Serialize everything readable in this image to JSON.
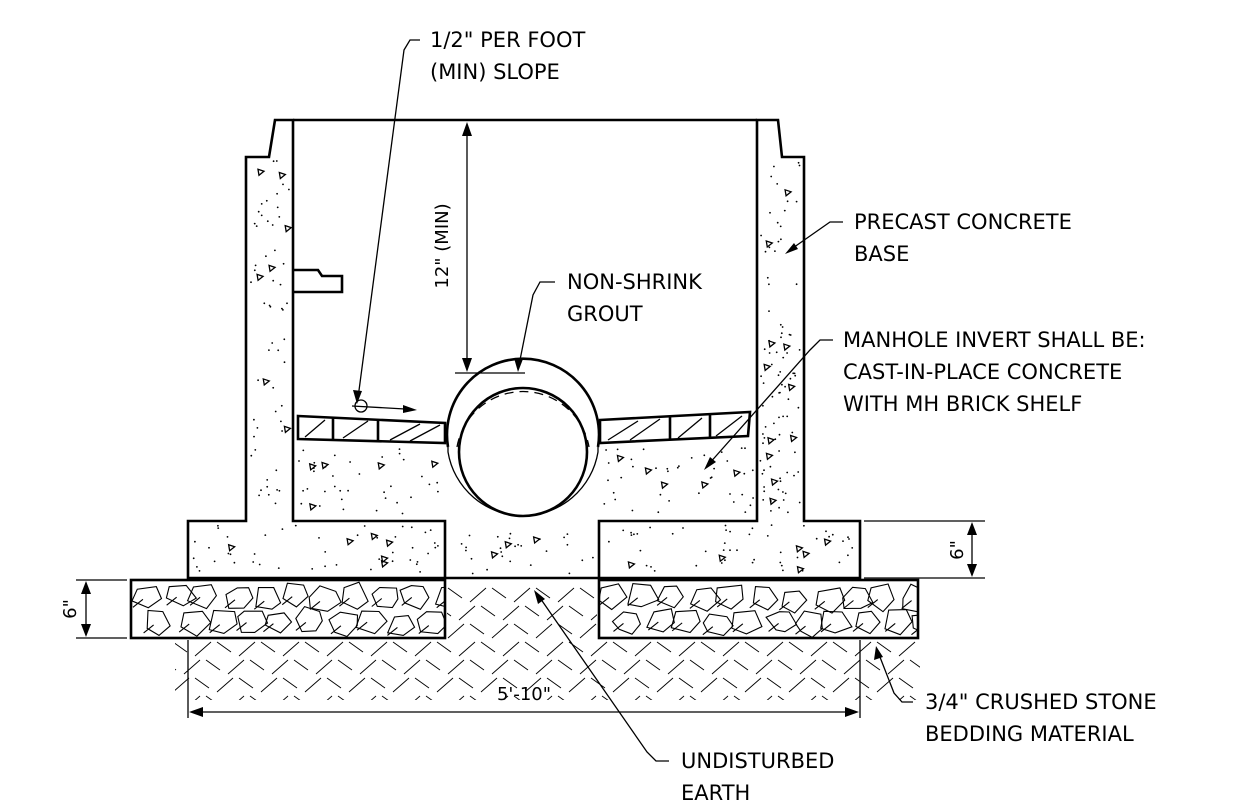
{
  "labels": {
    "slope_line1": "1/2\" PER FOOT",
    "slope_line2": "(MIN) SLOPE",
    "base_line1": "PRECAST CONCRETE",
    "base_line2": "BASE",
    "grout_line1": "NON-SHRINK",
    "grout_line2": "GROUT",
    "invert_line1": "MANHOLE INVERT SHALL BE:",
    "invert_line2": "CAST-IN-PLACE CONCRETE",
    "invert_line3": "WITH MH BRICK SHELF",
    "stone_line1": "3/4\" CRUSHED STONE",
    "stone_line2": "BEDDING MATERIAL",
    "earth_line1": "UNDISTURBED",
    "earth_line2": "EARTH"
  },
  "dimensions": {
    "min_depth": "12\" (MIN)",
    "base_thickness": "6\"",
    "bedding_thickness": "6\"",
    "base_width": "5'-10\""
  }
}
